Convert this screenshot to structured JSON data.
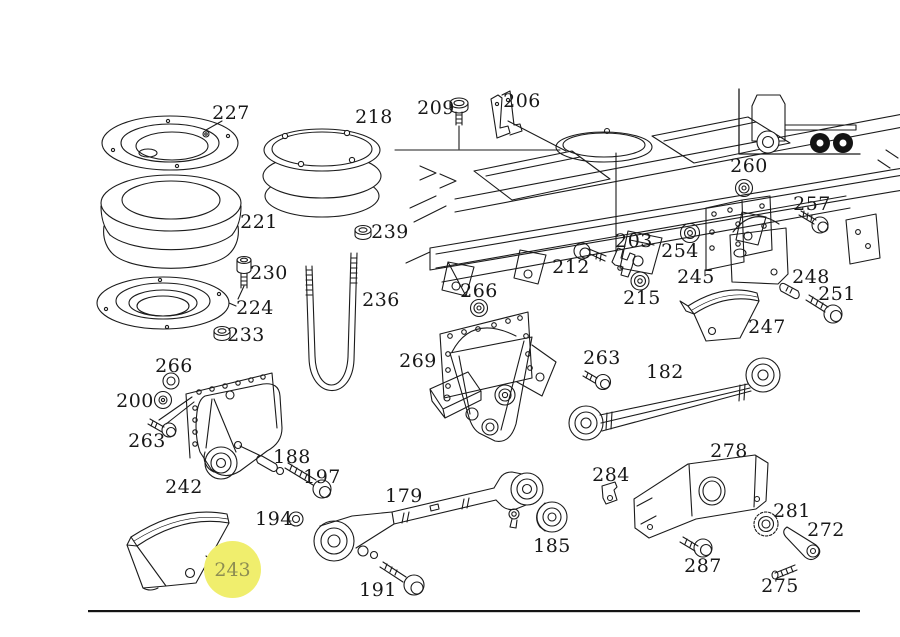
{
  "figure": {
    "type": "exploded-parts-diagram",
    "subject": "truck rear air suspension and torque rod components",
    "background": "#ffffff",
    "line_color": "#1b1b1b",
    "highlight": {
      "part_number": "243",
      "fill": "#f0ee6d",
      "text_color": "#8d8d52"
    },
    "thumbnail": {
      "name": "truck-side-view",
      "rear_wheels_filled": true
    }
  },
  "part_numbers": [
    "179",
    "182",
    "185",
    "188",
    "191",
    "194",
    "197",
    "200",
    "203",
    "206",
    "209",
    "212",
    "215",
    "218",
    "221",
    "224",
    "227",
    "230",
    "233",
    "236",
    "239",
    "242",
    "243",
    "245",
    "247",
    "248",
    "251",
    "254",
    "257",
    "260",
    "263",
    "266",
    "269",
    "272",
    "275",
    "278",
    "281",
    "284",
    "287"
  ],
  "labels": {
    "p227": "227",
    "p218": "218",
    "p221": "221",
    "p230": "230",
    "p224": "224",
    "p233": "233",
    "p239": "239",
    "p236": "236",
    "p209": "209",
    "p206": "206",
    "p212": "212",
    "p203": "203",
    "p215": "215",
    "p266_center": "266",
    "p254": "254",
    "p245": "245",
    "p260": "260",
    "p257": "257",
    "p248": "248",
    "p251": "251",
    "p247": "247",
    "p269": "269",
    "p266_left": "266",
    "p200": "200",
    "p263_left": "263",
    "p242": "242",
    "p188": "188",
    "p197": "197",
    "p194": "194",
    "p243": "243",
    "p263_center": "263",
    "p182": "182",
    "p179": "179",
    "p185": "185",
    "p191": "191",
    "p284": "284",
    "p278": "278",
    "p287": "287",
    "p281": "281",
    "p272": "272",
    "p275": "275"
  }
}
